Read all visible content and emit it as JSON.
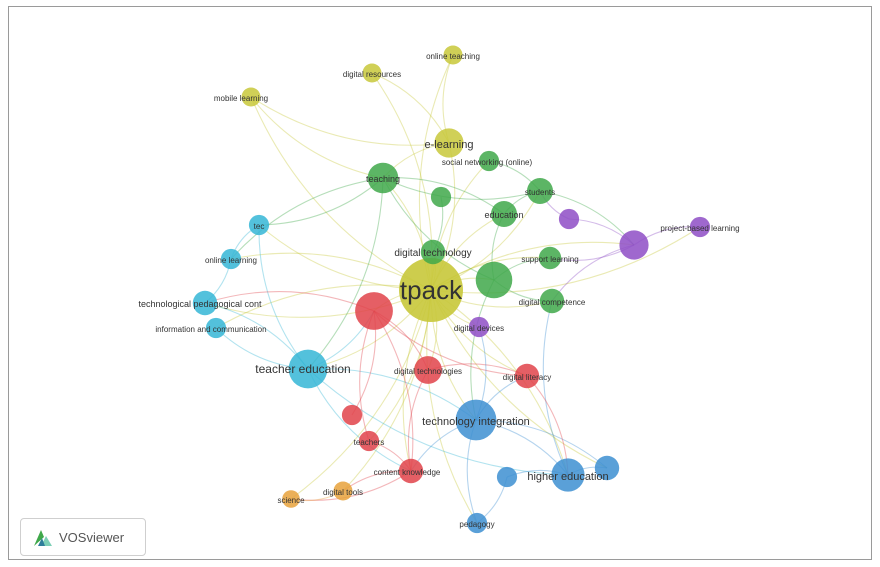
{
  "app": {
    "name": "VOSviewer"
  },
  "cluster_colors": {
    "red": "#e0434a",
    "green": "#3fa84a",
    "blue": "#3d8fd1",
    "yellow": "#c8c83a",
    "purple": "#8e4ec6",
    "cyan": "#35b6d6",
    "orange": "#e8a23c"
  },
  "nodes": [
    {
      "id": "tpack",
      "label": "tpack",
      "cluster": "yellow",
      "weight": 1.0
    },
    {
      "id": "e-learning",
      "label": "e-learning",
      "cluster": "yellow",
      "weight": 0.16
    },
    {
      "id": "online-teaching",
      "label": "online teaching",
      "cluster": "yellow",
      "weight": 0.05
    },
    {
      "id": "digital-resources",
      "label": "digital resources",
      "cluster": "yellow",
      "weight": 0.05
    },
    {
      "id": "mobile-learning",
      "label": "mobile learning",
      "cluster": "yellow",
      "weight": 0.05
    },
    {
      "id": "teaching",
      "label": "teaching",
      "cluster": "green",
      "weight": 0.18
    },
    {
      "id": "social-networking",
      "label": "social networking (online)",
      "cluster": "green",
      "weight": 0.06
    },
    {
      "id": "students",
      "label": "students",
      "cluster": "green",
      "weight": 0.12
    },
    {
      "id": "education",
      "label": "education",
      "cluster": "green",
      "weight": 0.12
    },
    {
      "id": "digital-technology",
      "label": "digital technology",
      "cluster": "green",
      "weight": 0.1
    },
    {
      "id": "support-learning",
      "label": "support learning",
      "cluster": "green",
      "weight": 0.08
    },
    {
      "id": "digital-competence",
      "label": "digital competence",
      "cluster": "green",
      "weight": 0.1
    },
    {
      "id": "green-hub",
      "label": "",
      "cluster": "green",
      "weight": 0.28
    },
    {
      "id": "green-small",
      "label": "",
      "cluster": "green",
      "weight": 0.06
    },
    {
      "id": "project-based-learning",
      "label": "project-based learning",
      "cluster": "purple",
      "weight": 0.06
    },
    {
      "id": "purple-node",
      "label": "",
      "cluster": "purple",
      "weight": 0.16
    },
    {
      "id": "purple-small",
      "label": "",
      "cluster": "purple",
      "weight": 0.06
    },
    {
      "id": "digital-devices",
      "label": "digital devices",
      "cluster": "purple",
      "weight": 0.06
    },
    {
      "id": "tec",
      "label": "tec",
      "cluster": "cyan",
      "weight": 0.06
    },
    {
      "id": "online-learning",
      "label": "online learning",
      "cluster": "cyan",
      "weight": 0.06
    },
    {
      "id": "technological-pedagogical-cont",
      "label": "technological pedagogical cont",
      "cluster": "cyan",
      "weight": 0.1
    },
    {
      "id": "information-communication",
      "label": "information and communication",
      "cluster": "cyan",
      "weight": 0.06
    },
    {
      "id": "teacher-education",
      "label": "teacher education",
      "cluster": "cyan",
      "weight": 0.32
    },
    {
      "id": "red-hub",
      "label": "",
      "cluster": "red",
      "weight": 0.3
    },
    {
      "id": "digital-technologies",
      "label": "digital technologies",
      "cluster": "red",
      "weight": 0.14
    },
    {
      "id": "digital-literacy",
      "label": "digital literacy",
      "cluster": "red",
      "weight": 0.1
    },
    {
      "id": "red-small",
      "label": "",
      "cluster": "red",
      "weight": 0.06
    },
    {
      "id": "teachers",
      "label": "teachers",
      "cluster": "red",
      "weight": 0.06
    },
    {
      "id": "content-knowledge",
      "label": "content knowledge",
      "cluster": "red",
      "weight": 0.1
    },
    {
      "id": "science",
      "label": "science",
      "cluster": "orange",
      "weight": 0.04
    },
    {
      "id": "digital-tools",
      "label": "digital tools",
      "cluster": "orange",
      "weight": 0.05
    },
    {
      "id": "technology-integration",
      "label": "technology integration",
      "cluster": "blue",
      "weight": 0.36
    },
    {
      "id": "higher-education",
      "label": "higher education",
      "cluster": "blue",
      "weight": 0.22
    },
    {
      "id": "blue-small-1",
      "label": "",
      "cluster": "blue",
      "weight": 0.1
    },
    {
      "id": "blue-small-2",
      "label": "",
      "cluster": "blue",
      "weight": 0.06
    },
    {
      "id": "pedagogy",
      "label": "pedagogy",
      "cluster": "blue",
      "weight": 0.06
    }
  ],
  "links": [
    [
      "tpack",
      "e-learning"
    ],
    [
      "tpack",
      "online-teaching"
    ],
    [
      "tpack",
      "digital-resources"
    ],
    [
      "tpack",
      "mobile-learning"
    ],
    [
      "tpack",
      "teaching"
    ],
    [
      "tpack",
      "social-networking"
    ],
    [
      "tpack",
      "students"
    ],
    [
      "tpack",
      "education"
    ],
    [
      "tpack",
      "digital-technology"
    ],
    [
      "tpack",
      "support-learning"
    ],
    [
      "tpack",
      "digital-competence"
    ],
    [
      "tpack",
      "green-hub"
    ],
    [
      "tpack",
      "project-based-learning"
    ],
    [
      "tpack",
      "purple-node"
    ],
    [
      "tpack",
      "digital-devices"
    ],
    [
      "tpack",
      "tec"
    ],
    [
      "tpack",
      "online-learning"
    ],
    [
      "tpack",
      "technological-pedagogical-cont"
    ],
    [
      "tpack",
      "information-communication"
    ],
    [
      "tpack",
      "teacher-education"
    ],
    [
      "tpack",
      "red-hub"
    ],
    [
      "tpack",
      "digital-technologies"
    ],
    [
      "tpack",
      "digital-literacy"
    ],
    [
      "tpack",
      "teachers"
    ],
    [
      "tpack",
      "content-knowledge"
    ],
    [
      "tpack",
      "digital-tools"
    ],
    [
      "tpack",
      "technology-integration"
    ],
    [
      "tpack",
      "higher-education"
    ],
    [
      "tpack",
      "pedagogy"
    ],
    [
      "tpack",
      "science"
    ],
    [
      "tpack",
      "blue-small-1"
    ],
    [
      "e-learning",
      "online-teaching"
    ],
    [
      "e-learning",
      "teaching"
    ],
    [
      "e-learning",
      "mobile-learning"
    ],
    [
      "e-learning",
      "digital-resources"
    ],
    [
      "teaching",
      "education"
    ],
    [
      "teaching",
      "students"
    ],
    [
      "teaching",
      "tec"
    ],
    [
      "teaching",
      "online-learning"
    ],
    [
      "teaching",
      "teacher-education"
    ],
    [
      "teaching",
      "green-hub"
    ],
    [
      "education",
      "students"
    ],
    [
      "education",
      "green-hub"
    ],
    [
      "students",
      "purple-node"
    ],
    [
      "green-hub",
      "digital-competence"
    ],
    [
      "green-hub",
      "support-learning"
    ],
    [
      "green-hub",
      "technology-integration"
    ],
    [
      "purple-node",
      "project-based-learning"
    ],
    [
      "purple-node",
      "purple-small"
    ],
    [
      "purple-node",
      "support-learning"
    ],
    [
      "purple-node",
      "digital-competence"
    ],
    [
      "purple-small",
      "students"
    ],
    [
      "teacher-education",
      "red-hub"
    ],
    [
      "teacher-education",
      "technology-integration"
    ],
    [
      "teacher-education",
      "technological-pedagogical-cont"
    ],
    [
      "teacher-education",
      "information-communication"
    ],
    [
      "teacher-education",
      "content-knowledge"
    ],
    [
      "teacher-education",
      "tec"
    ],
    [
      "teacher-education",
      "higher-education"
    ],
    [
      "red-hub",
      "digital-technologies"
    ],
    [
      "red-hub",
      "digital-literacy"
    ],
    [
      "red-hub",
      "content-knowledge"
    ],
    [
      "red-hub",
      "teachers"
    ],
    [
      "red-hub",
      "red-small"
    ],
    [
      "red-hub",
      "technological-pedagogical-cont"
    ],
    [
      "digital-technologies",
      "digital-literacy"
    ],
    [
      "digital-technologies",
      "content-knowledge"
    ],
    [
      "technology-integration",
      "higher-education"
    ],
    [
      "technology-integration",
      "pedagogy"
    ],
    [
      "technology-integration",
      "digital-literacy"
    ],
    [
      "technology-integration",
      "digital-devices"
    ],
    [
      "technology-integration",
      "blue-small-1"
    ],
    [
      "technology-integration",
      "content-knowledge"
    ],
    [
      "higher-education",
      "blue-small-1"
    ],
    [
      "higher-education",
      "blue-small-2"
    ],
    [
      "higher-education",
      "digital-competence"
    ],
    [
      "content-knowledge",
      "digital-tools"
    ],
    [
      "content-knowledge",
      "science"
    ],
    [
      "content-knowledge",
      "teachers"
    ],
    [
      "digital-tools",
      "science"
    ],
    [
      "pedagogy",
      "blue-small-2"
    ],
    [
      "digital-literacy",
      "higher-education"
    ],
    [
      "tec",
      "online-learning"
    ],
    [
      "online-learning",
      "technological-pedagogical-cont"
    ],
    [
      "digital-technology",
      "green-small"
    ],
    [
      "social-networking",
      "students"
    ],
    [
      "mobile-learning",
      "teaching"
    ]
  ]
}
